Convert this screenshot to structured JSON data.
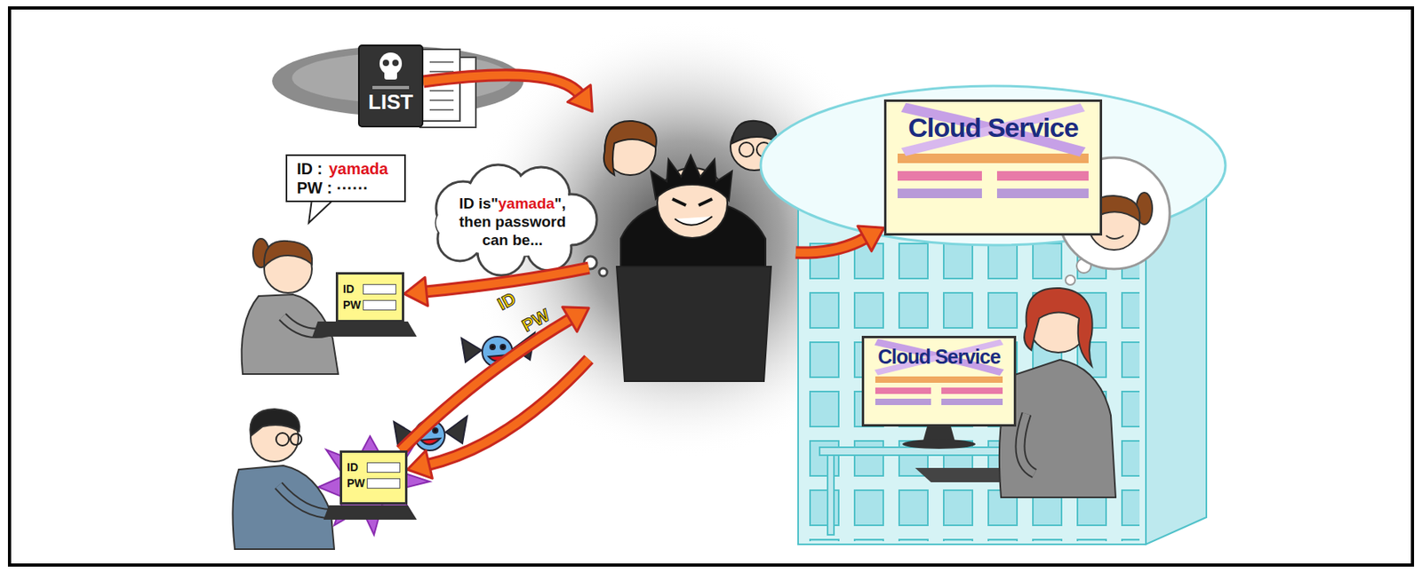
{
  "diagram": {
    "nodes": [
      {
        "text": [
          "LIST"
        ]
      },
      {
        "text": [
          "ID :",
          "yamada",
          "PW : ······"
        ]
      },
      {
        "text": [
          "ID",
          "PW"
        ]
      },
      {
        "text": [
          "ID is\"",
          "yamada",
          "\", then password can be..."
        ]
      },
      {
        "text": [
          "ID",
          "PW"
        ]
      },
      {
        "text": [
          "Cloud Service"
        ]
      },
      {
        "text": [
          "Cloud Service"
        ]
      }
    ],
    "edges": [
      {
        "from": 0,
        "to": 3,
        "arrow": "to"
      },
      {
        "from": 3,
        "to": 2,
        "arrow": "to"
      },
      {
        "from": 4,
        "to": 3,
        "arrow": "to"
      },
      {
        "from": 3,
        "to": 4,
        "arrow": "to"
      },
      {
        "from": 3,
        "to": 5,
        "arrow": "to"
      }
    ],
    "labels": [
      "ID",
      "PW"
    ]
  }
}
